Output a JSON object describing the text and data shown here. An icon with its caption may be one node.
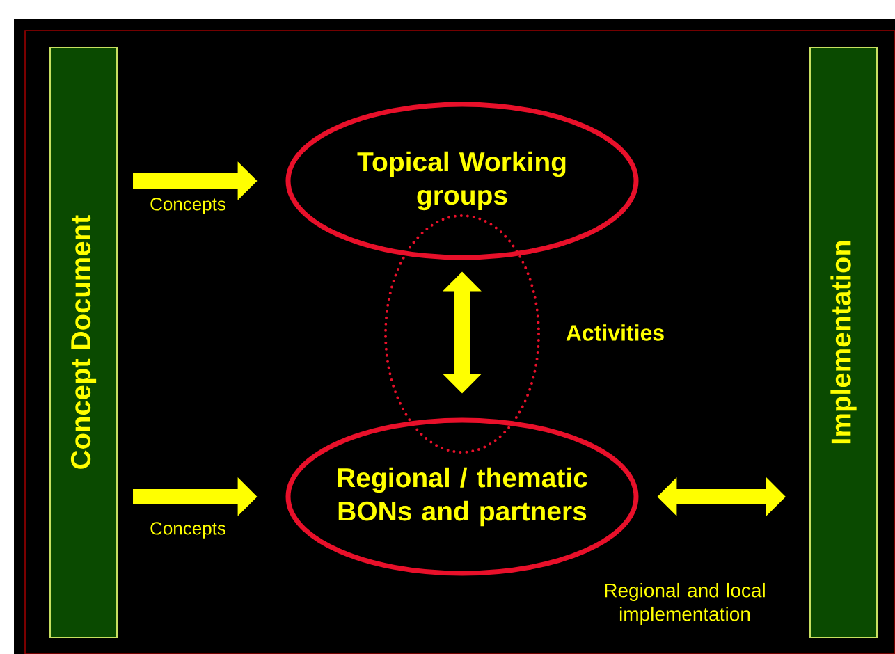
{
  "diagram": {
    "nodes": [
      {
        "text": [
          "Concept Document"
        ]
      },
      {
        "text": [
          "Topical Working groups"
        ]
      },
      {
        "text": [
          "Regional / thematic BONs and partners"
        ]
      },
      {
        "text": [
          "Implementation"
        ]
      }
    ],
    "edges": [
      {
        "from": 0,
        "to": 1,
        "arrow": "to",
        "label": "Concepts"
      },
      {
        "from": 0,
        "to": 2,
        "arrow": "to",
        "label": "Concepts"
      },
      {
        "from": 1,
        "to": 2,
        "arrow": "both",
        "label": "Activities"
      },
      {
        "from": 2,
        "to": 3,
        "arrow": "both",
        "label": "Regional and local implementation"
      }
    ]
  }
}
